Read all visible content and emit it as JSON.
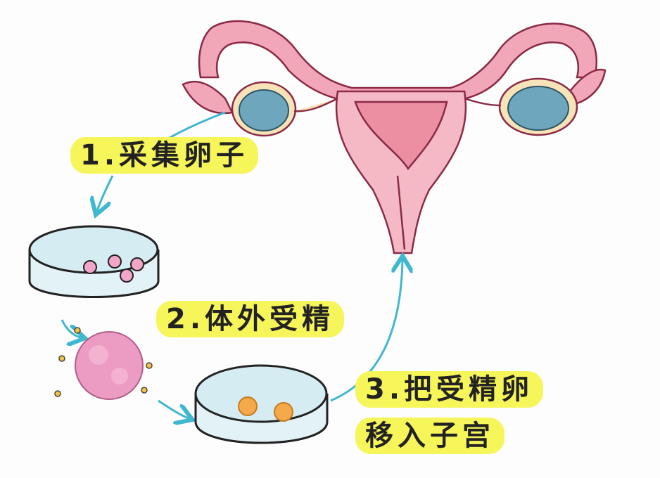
{
  "steps": [
    {
      "label": "1.采集卵子"
    },
    {
      "label": "2.体外受精"
    },
    {
      "label": "3.把受精卵",
      "label_line2": "移入子宫"
    }
  ],
  "colors": {
    "highlight": "#f6f55a",
    "arrow": "#3fb7cf",
    "uterus": "#f2a7b8",
    "ovary": "#6ea7bd",
    "dish": "#d6ecf3",
    "egg_pink": "#f3a6c8",
    "embryo": "#f4a94a"
  }
}
